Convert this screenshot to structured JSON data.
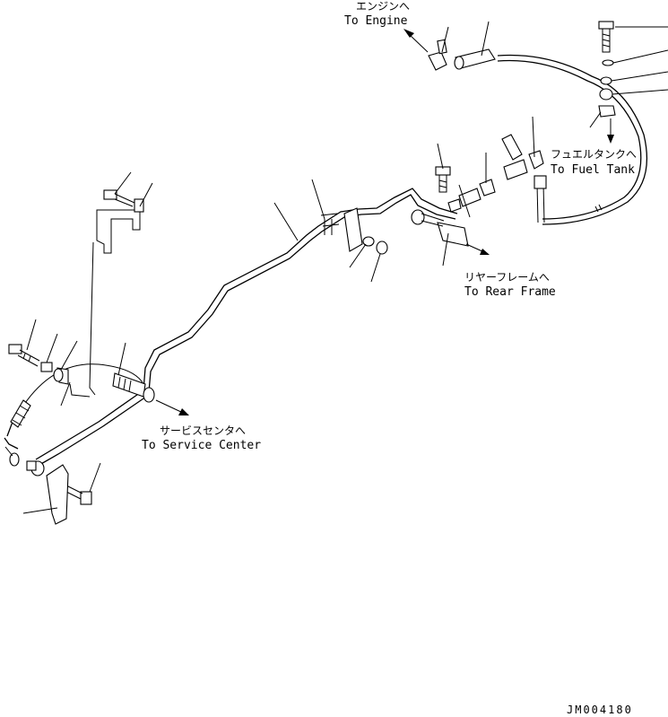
{
  "destinations": {
    "engine": {
      "jp": "エンジンへ",
      "en": "To Engine"
    },
    "fuel_tank": {
      "jp": "フュエルタンクへ",
      "en": "To Fuel Tank"
    },
    "rear_frame": {
      "jp": "リヤーフレームへ",
      "en": "To Rear Frame"
    },
    "service_center": {
      "jp": "サービスセンタへ",
      "en": "To Service Center"
    }
  },
  "drawing_code": "JM004180",
  "colors": {
    "line": "#000000",
    "background": "#ffffff"
  }
}
